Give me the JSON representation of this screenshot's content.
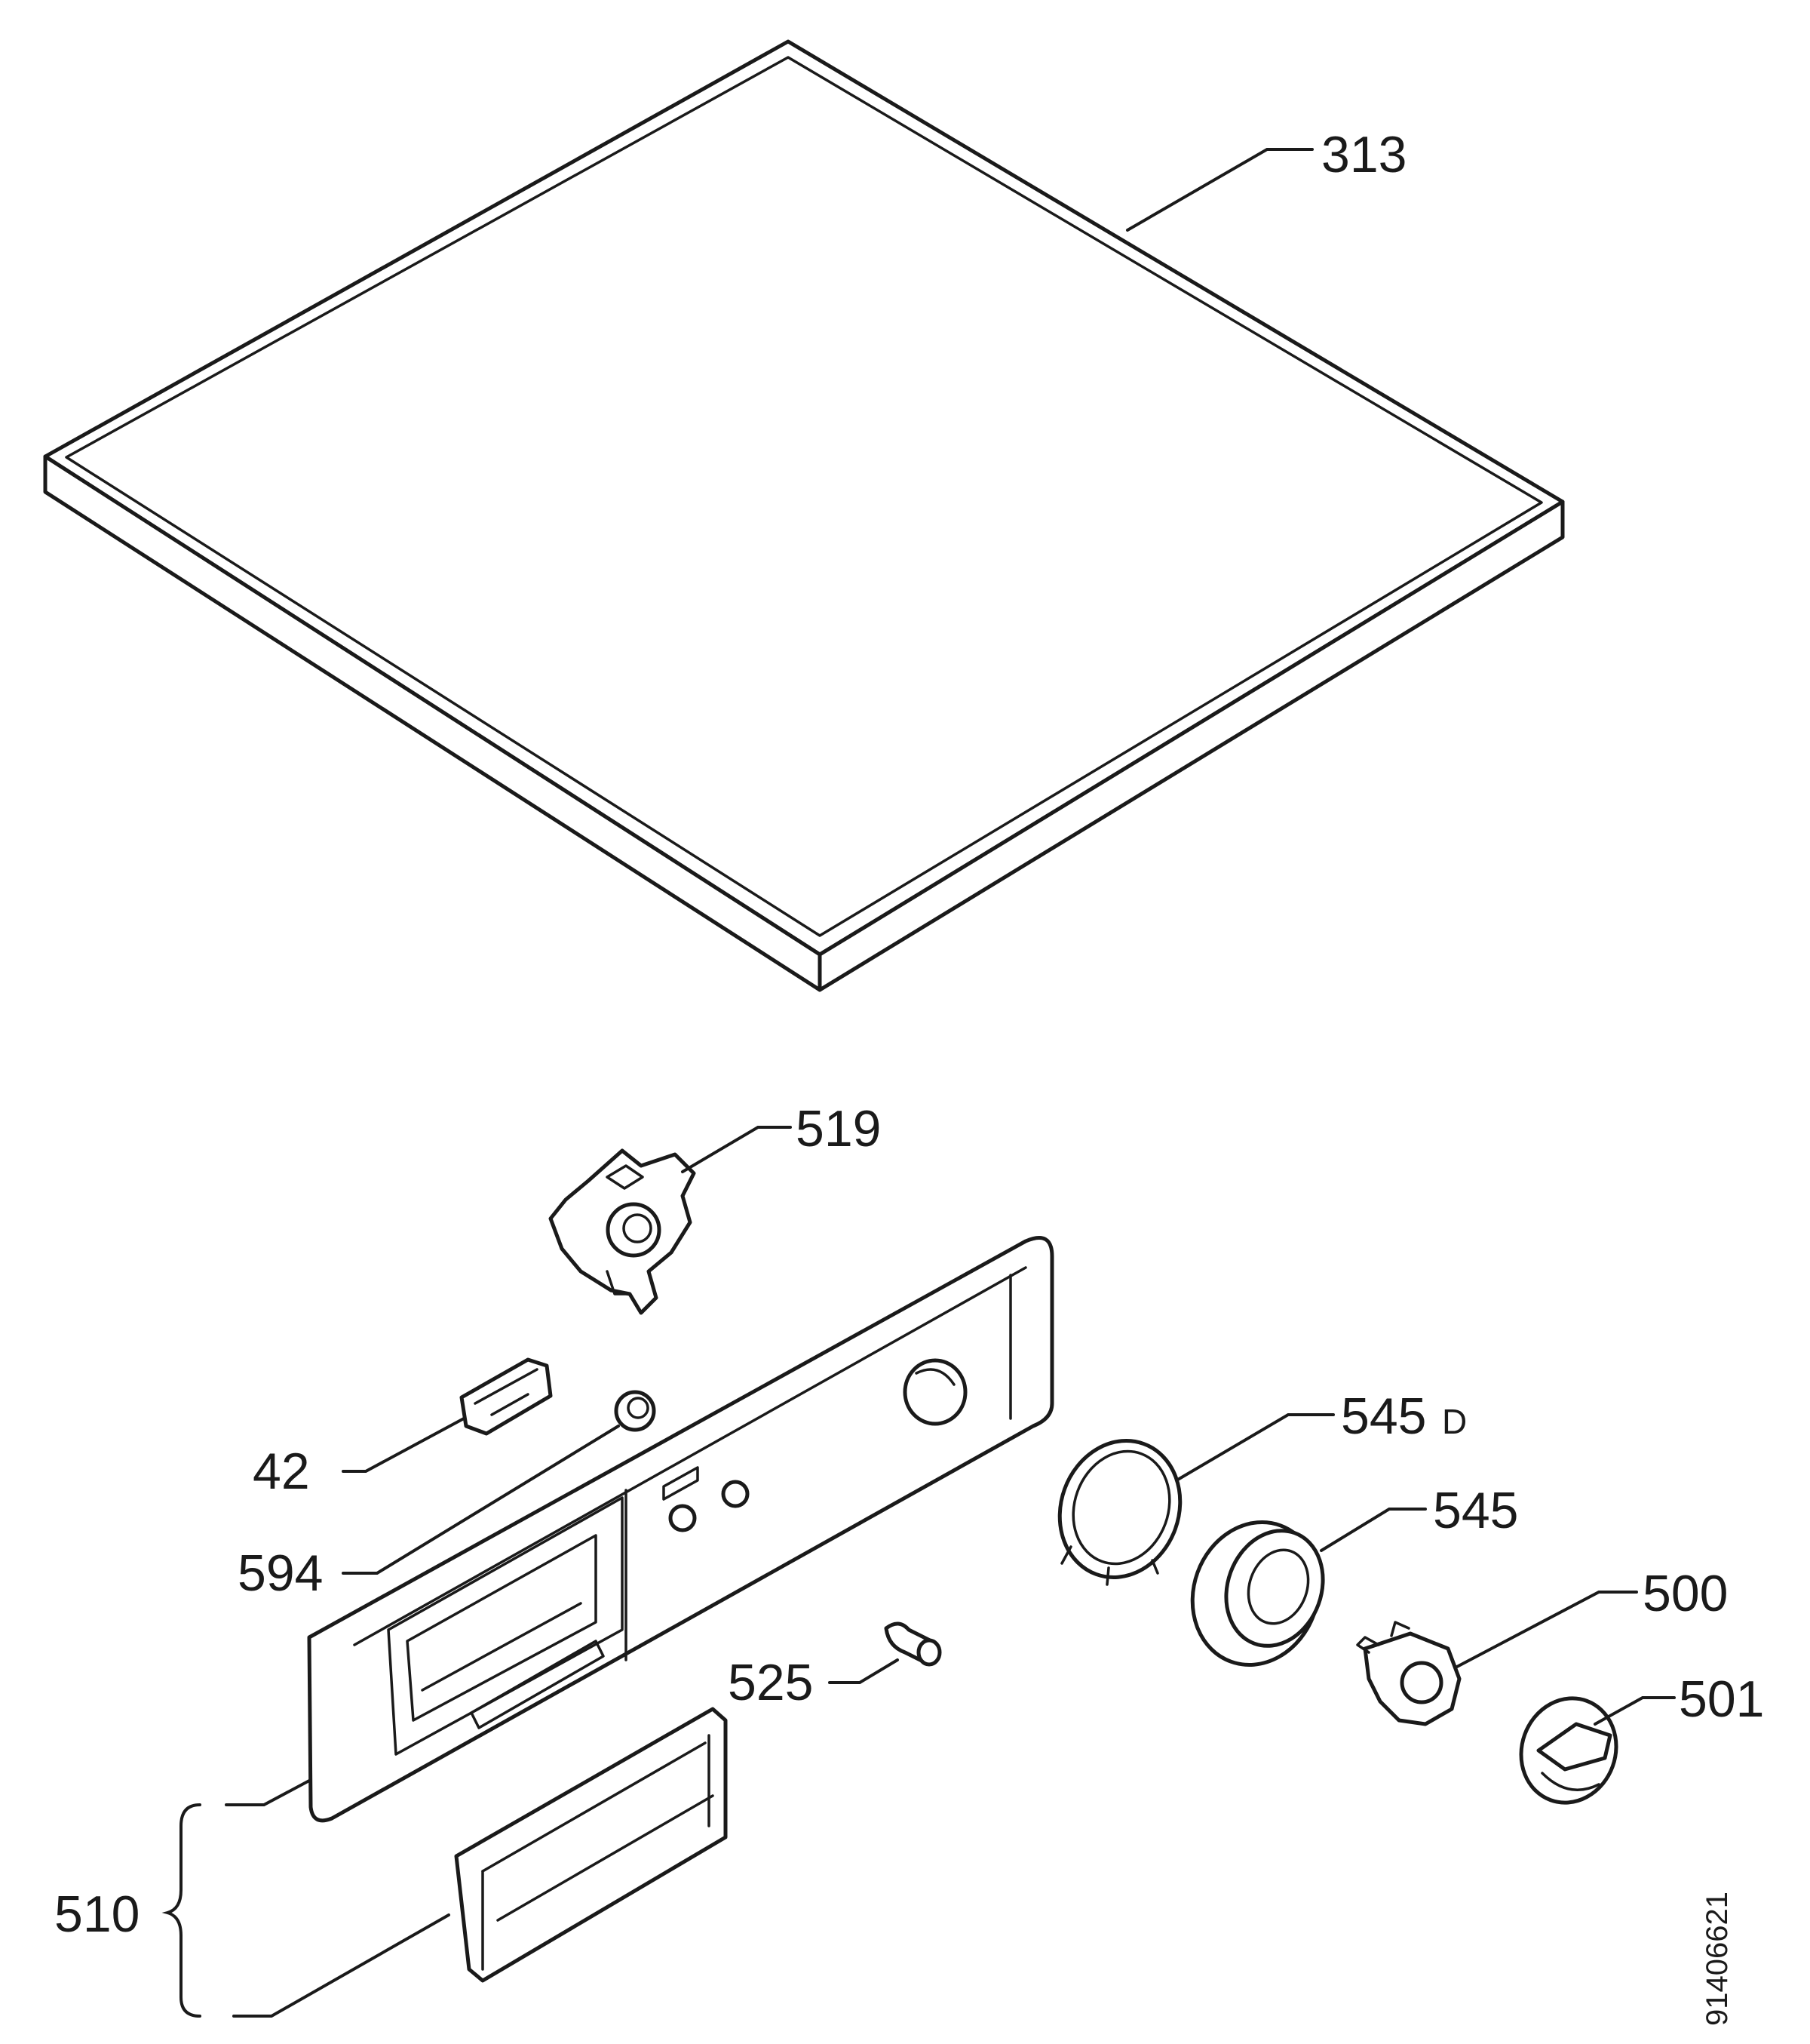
{
  "labels": {
    "p313": "313",
    "p519": "519",
    "p42": "42",
    "p594": "594",
    "p545d_num": "545",
    "p545d_suffix": "D",
    "p545": "545",
    "p500": "500",
    "p501": "501",
    "p525": "525",
    "p510": "510"
  },
  "doc_number": "91406621",
  "colors": {
    "line": "#1a1a1a",
    "background": "#ffffff"
  }
}
